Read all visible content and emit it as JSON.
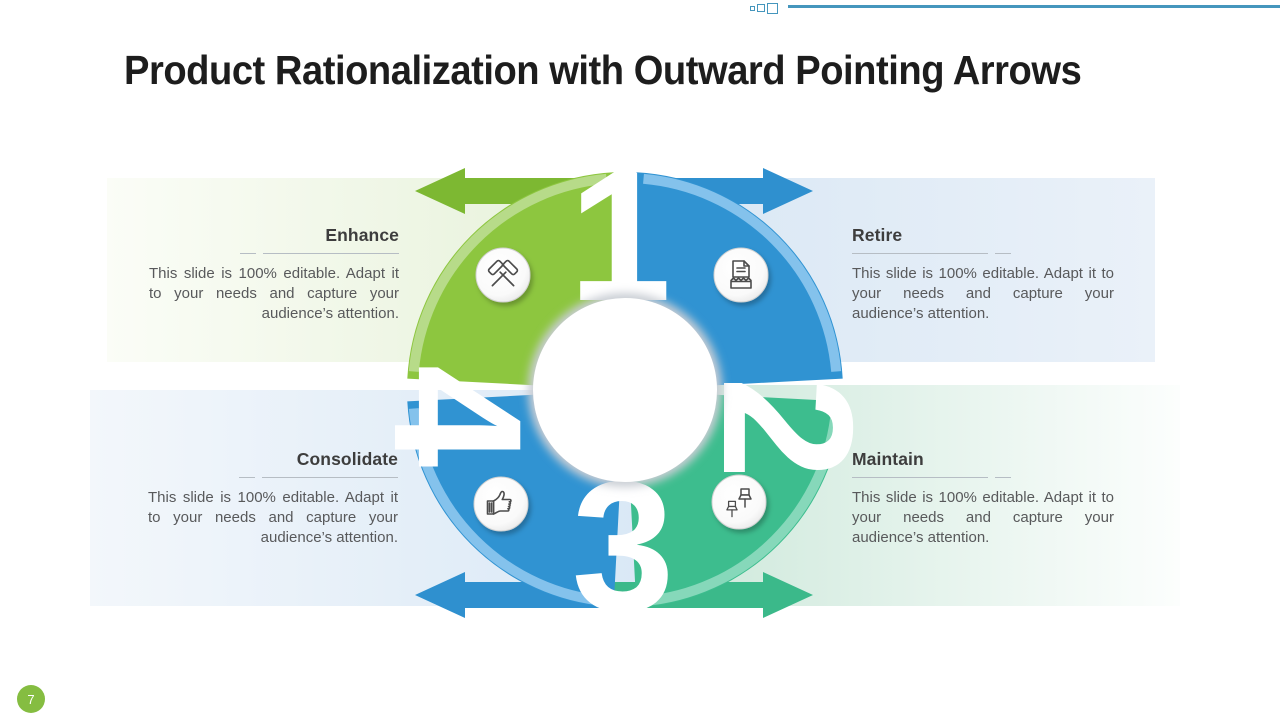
{
  "slide": {
    "title": "Product Rationalization with Outward Pointing Arrows",
    "page_number": "7"
  },
  "colors": {
    "quadrant_green": "#8dc63f",
    "quadrant_blue": "#3093d2",
    "quadrant_teal": "#3dbd8e",
    "arrow_green": "#7db832",
    "accent_line_blue": "#4596bd",
    "page_badge_green": "#85bd41"
  },
  "diagram": {
    "numbers": {
      "n1": "1",
      "n2": "2",
      "n3": "3",
      "n4": "4"
    },
    "icons": {
      "enhance": "crossed-hammers-icon",
      "retire": "shredded-document-icon",
      "consolidate": "thumbs-up-icon",
      "maintain": "push-pins-icon"
    }
  },
  "blocks": {
    "enhance": {
      "title": "Enhance",
      "body": "This slide is 100% editable. Adapt it to your needs and capture your audience’s attention."
    },
    "retire": {
      "title": "Retire",
      "body": "This slide is 100% editable. Adapt it to your needs and capture your audience’s attention."
    },
    "consolidate": {
      "title": "Consolidate",
      "body": "This slide is 100% editable. Adapt it to your needs and capture your audience’s attention."
    },
    "maintain": {
      "title": "Maintain",
      "body": "This slide is 100% editable. Adapt it to your needs and capture your audience’s attention."
    }
  }
}
